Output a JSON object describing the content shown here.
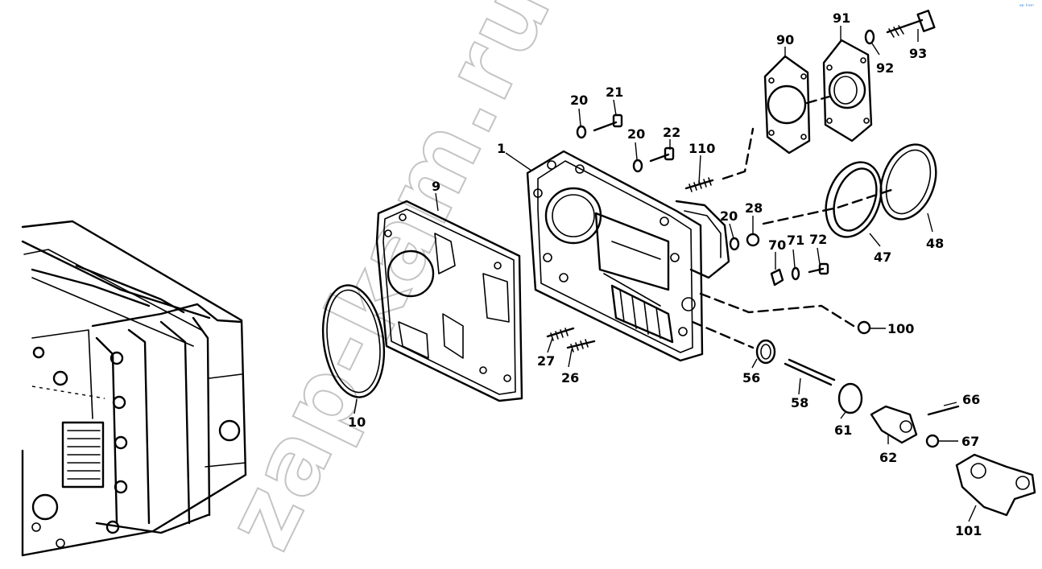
{
  "watermark": "zap-kam.ru",
  "corner_mark": "ᵃᵖ ᵏᵃᵐ",
  "callouts": [
    "1",
    "9",
    "10",
    "20",
    "21",
    "20",
    "22",
    "110",
    "20",
    "28",
    "70",
    "71",
    "72",
    "47",
    "48",
    "90",
    "91",
    "92",
    "93",
    "100",
    "27",
    "26",
    "56",
    "58",
    "61",
    "62",
    "66",
    "67",
    "101"
  ]
}
